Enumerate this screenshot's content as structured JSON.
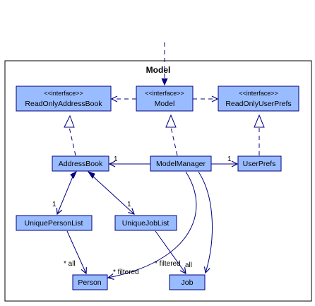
{
  "frame": {
    "title": "Model"
  },
  "nodes": {
    "read_only_address_book": {
      "stereotype": "<<interface>>",
      "name": "ReadOnlyAddressBook"
    },
    "model_interface": {
      "stereotype": "<<interface>>",
      "name": "Model"
    },
    "read_only_user_prefs": {
      "stereotype": "<<interface>>",
      "name": "ReadOnlyUserPrefs"
    },
    "address_book": {
      "name": "AddressBook"
    },
    "model_manager": {
      "name": "ModelManager"
    },
    "user_prefs": {
      "name": "UserPrefs"
    },
    "unique_person_list": {
      "name": "UniquePersonList"
    },
    "unique_job_list": {
      "name": "UniqueJobList"
    },
    "person": {
      "name": "Person"
    },
    "job": {
      "name": "Job"
    }
  },
  "multiplicities": {
    "manager_to_addressbook": "1",
    "manager_to_userprefs": "1",
    "addressbook_to_personlist": "1",
    "addressbook_to_joblist": "1",
    "personlist_to_person": "* all",
    "manager_to_person": "* filtered",
    "manager_to_job_filtered": "* filtered",
    "joblist_to_job": "all"
  },
  "colors": {
    "box_fill": "#99bbff",
    "line": "#000080",
    "frame": "#000000"
  }
}
